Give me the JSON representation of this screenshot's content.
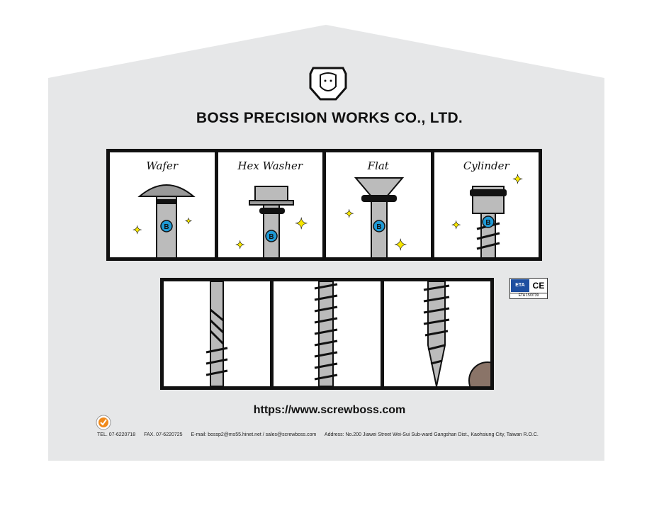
{
  "company_name": "BOSS PRECISION WORKS CO., LTD.",
  "screw_heads": [
    {
      "label": "Wafer"
    },
    {
      "label": "Hex Washer"
    },
    {
      "label": "Flat"
    },
    {
      "label": "Cylinder"
    }
  ],
  "badge_letter": "B",
  "certification": {
    "eta_label": "ETA",
    "ce_label": "CE",
    "eta_number": "ETA 15/0739"
  },
  "website": "https://www.screwboss.com",
  "footer": {
    "tel": "TEL. 07-6220718",
    "fax": "FAX. 07-6220725",
    "email": "E-mail: bossp2@ms55.hinet.net / sales@screwboss.com",
    "address": "Address: No.200 Jiawei Street Wei-Sui Sub-ward Gangshan Dist., Kaohsiung City, Taiwan R.O.C."
  },
  "colors": {
    "background": "#e6e7e8",
    "badge": "#1e9ad6",
    "sparkle": "#f7e600"
  }
}
